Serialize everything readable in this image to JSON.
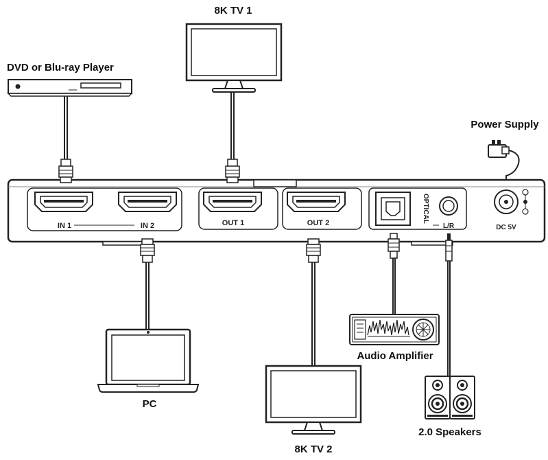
{
  "devices": {
    "tv1": "8K TV 1",
    "player": "DVD or Blu-ray Player",
    "power": "Power Supply",
    "pc": "PC",
    "tv2": "8K TV 2",
    "amplifier": "Audio Amplifier",
    "speakers": "2.0 Speakers"
  },
  "ports": {
    "in1": "IN 1",
    "in2": "IN 2",
    "out1": "OUT 1",
    "out2": "OUT 2",
    "optical": "OPTICAL",
    "lr": "L/R",
    "dc": "DC 5V"
  },
  "icons": [
    "hdmi-port-icon",
    "optical-port-icon",
    "audio-jack-icon",
    "dc-jack-icon",
    "monitor-icon",
    "laptop-icon",
    "disc-player-icon",
    "amplifier-icon",
    "speaker-icon",
    "power-adapter-icon"
  ],
  "colors": {
    "line": "#222222",
    "device_fill": "#ffffff",
    "panel_fill": "#f4f4f4"
  }
}
